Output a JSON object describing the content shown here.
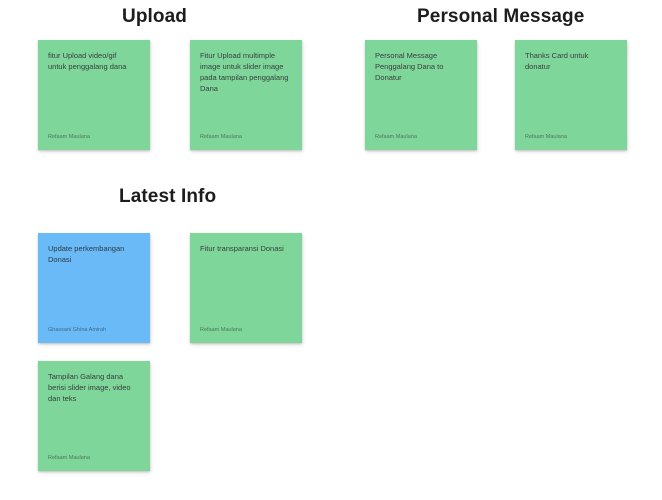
{
  "board": {
    "background": "#ffffff"
  },
  "colors": {
    "sticky_green": "#7fd69b",
    "sticky_blue": "#69baf6",
    "heading_text": "#1d1d1f"
  },
  "sections": {
    "upload": {
      "title": "Upload"
    },
    "personal_message": {
      "title": "Personal Message"
    },
    "latest_info": {
      "title": "Latest Info"
    }
  },
  "notes": [
    {
      "section": "Upload",
      "text": "fitur Upload video/gif\nuntuk penggalang dana",
      "author": "Refaam Maulana",
      "color": "#7fd69b"
    },
    {
      "section": "Upload",
      "text": "Fitur Upload multimple\nimage untuk slider image\npada tampilan penggalang\nDana",
      "author": "Refaam Maulana",
      "color": "#7fd69b"
    },
    {
      "section": "Personal Message",
      "text": "Personal Message\nPenggalang Dana to\nDonatur",
      "author": "Refaam Maulana",
      "color": "#7fd69b"
    },
    {
      "section": "Personal Message",
      "text": "Thanks Card untuk\ndonatur",
      "author": "Refaam Maulana",
      "color": "#7fd69b"
    },
    {
      "section": "Latest Info",
      "text": "Update perkembangan\nDonasi",
      "author": "Ghassani Ghina Amirah",
      "color": "#69baf6"
    },
    {
      "section": "Latest Info",
      "text": "Fitur transparansi Donasi",
      "author": "Refaam Maulana",
      "color": "#7fd69b"
    },
    {
      "section": "Latest Info",
      "text": "Tampilan Galang dana\nberisi slider image, video\ndan teks",
      "author": "Refaam Maulana",
      "color": "#7fd69b"
    }
  ]
}
